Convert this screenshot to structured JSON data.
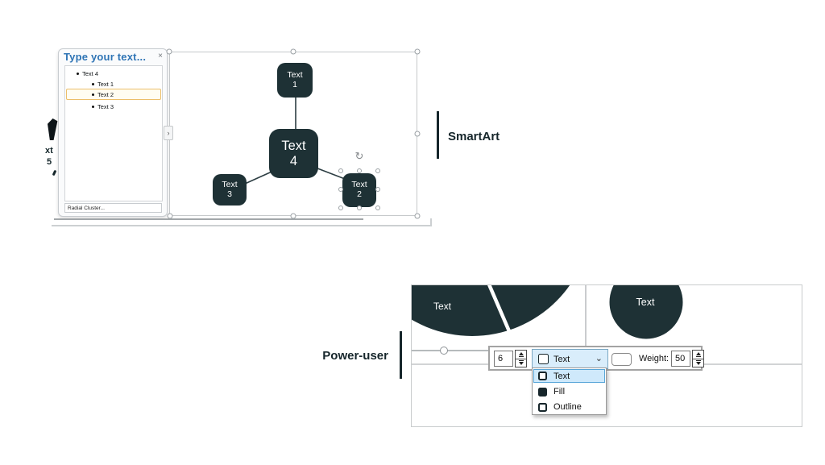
{
  "labels": {
    "smartart": "SmartArt",
    "power_user": "Power-user"
  },
  "text_pane": {
    "title": "Type your text...",
    "items": [
      {
        "label": "Text 4",
        "level": 1,
        "selected": false
      },
      {
        "label": "Text 1",
        "level": 2,
        "selected": false
      },
      {
        "label": "Text 2",
        "level": 2,
        "selected": true
      },
      {
        "label": "Text 3",
        "level": 2,
        "selected": false
      }
    ],
    "status": "Radial Cluster..."
  },
  "clipped_fragments": {
    "f1": "xt",
    "f2": "5"
  },
  "diagram": {
    "layout": "Radial Cluster",
    "nodes": [
      {
        "label": "Text\n1",
        "role": "spoke",
        "selected": false
      },
      {
        "label": "Text\n4",
        "role": "center",
        "selected": false
      },
      {
        "label": "Text\n3",
        "role": "spoke",
        "selected": false
      },
      {
        "label": "Text\n2",
        "role": "spoke",
        "selected": true
      }
    ]
  },
  "bottom_panel": {
    "pie_label": "Text",
    "circle_label": "Text",
    "toolbar": {
      "size_value": "6",
      "target": "Text",
      "weight_label": "Weight:",
      "weight_value": "50"
    },
    "dropdown_options": [
      {
        "label": "Text",
        "swatch": "outline",
        "selected": true
      },
      {
        "label": "Fill",
        "swatch": "filled",
        "selected": false
      },
      {
        "label": "Outline",
        "swatch": "outline",
        "selected": false
      }
    ]
  },
  "icons": {
    "close": "×",
    "chevron_down": "⌄",
    "collapse": "›",
    "rotate": "↻"
  },
  "colors": {
    "node_fill": "#1e3135",
    "header_blue": "#2e74b5",
    "highlight_border": "#ecbf6a",
    "selection_blue": "#58a6d8"
  }
}
